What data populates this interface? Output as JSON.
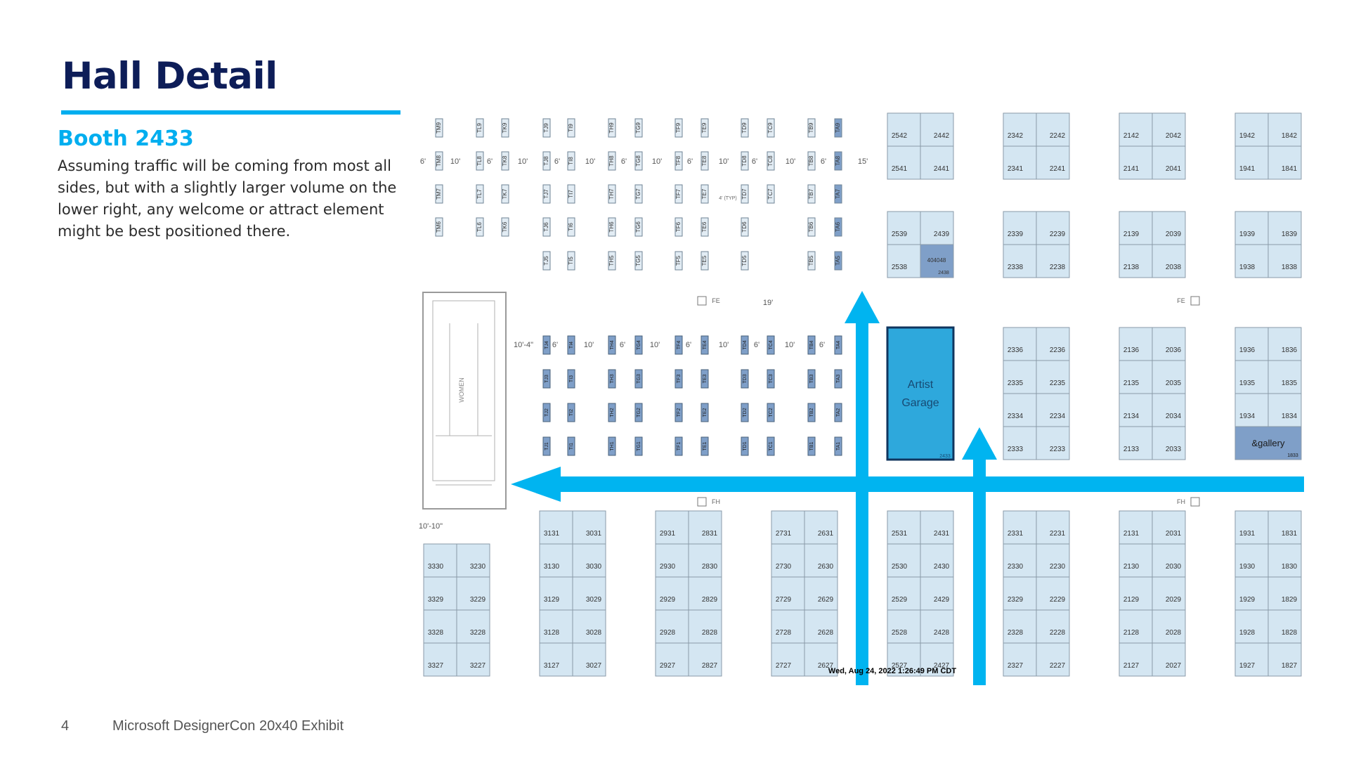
{
  "slide": {
    "title": "Hall Detail",
    "subtitle": "Booth 2433",
    "description": "Assuming traffic will be coming from most all sides, but with a slightly larger volume on the lower right, any welcome or attract element might be best positioned there.",
    "page_number": "4",
    "footer_title": "Microsoft DesignerCon 20x40 Exhibit"
  },
  "colors": {
    "title": "#0d1d58",
    "accent": "#00aeef",
    "booth_fill": "#d4e6f2",
    "booth_stroke": "#8a9aa8",
    "highlight_booth": "#2ea8dc",
    "small_booth_dark": "#7f9fc8",
    "arrow": "#00b4f0"
  },
  "floorplan": {
    "timestamp": "Wed, Aug 24, 2022 1:26:49 PM CDT",
    "restroom_label": "WOMEN",
    "artist_garage_label": [
      "Artist",
      "Garage"
    ],
    "gallery_label": "&gallery",
    "gallery_number": "1833",
    "inner_booth_label": "404048",
    "inner_booth_number": "2438",
    "artist_garage_number": "2433",
    "markers": {
      "fe": "FE",
      "fh": "FH",
      "typ": "4' (TYP)"
    },
    "dimensions": {
      "top_aisle": [
        "6'",
        "10'",
        "6'",
        "10'",
        "6'",
        "10'",
        "6'",
        "10'",
        "6'",
        "10'",
        "6'",
        "10'",
        "6'",
        "15'"
      ],
      "bottom_aisle": [
        "10'-4\"",
        "6'",
        "10'",
        "6'",
        "10'",
        "6'",
        "10'",
        "6'",
        "10'",
        "6'"
      ],
      "nineteen": "19'",
      "left_dim": "10'-10\""
    },
    "top_columns": [
      {
        "labels": [
          "TM9",
          "TM8",
          "TM7",
          "TM6",
          ""
        ]
      },
      {
        "labels": [
          "TL9",
          "TL8",
          "TL7",
          "TL6",
          ""
        ]
      },
      {
        "labels": [
          "TK9",
          "TK8",
          "TK7",
          "TK6",
          ""
        ]
      },
      {
        "labels": [
          "TJ9",
          "TJ8",
          "TJ7",
          "TJ6",
          "TJ5"
        ]
      },
      {
        "labels": [
          "TI9",
          "TI8",
          "TI7",
          "TI6",
          "TI5"
        ]
      },
      {
        "labels": [
          "TH9",
          "TH8",
          "TH7",
          "TH6",
          "TH5"
        ]
      },
      {
        "labels": [
          "TG9",
          "TG8",
          "TG7",
          "TG6",
          "TG5"
        ]
      },
      {
        "labels": [
          "TF9",
          "TF8",
          "TF7",
          "TF6",
          "TF5"
        ]
      },
      {
        "labels": [
          "TE9",
          "TE8",
          "TE7",
          "TE6",
          "TE5"
        ]
      },
      {
        "labels": [
          "TD9",
          "TD8",
          "TD7",
          "TD6",
          "TD5"
        ]
      },
      {
        "labels": [
          "TC9",
          "TC8",
          "TC7",
          "",
          ""
        ]
      },
      {
        "labels": [
          "TB9",
          "TB8",
          "TB7",
          "TB6",
          "TB5"
        ]
      },
      {
        "labels": [
          "TA9",
          "TA8",
          "TA7",
          "TA6",
          "TA5"
        ]
      }
    ],
    "bottom_columns": [
      {
        "labels": [
          "TJ4",
          "TJ3",
          "TJ2",
          "TJ1"
        ]
      },
      {
        "labels": [
          "TI4",
          "TI3",
          "TI2",
          "TI1"
        ]
      },
      {
        "labels": [
          "TH4",
          "TH3",
          "TH2",
          "TH1"
        ]
      },
      {
        "labels": [
          "TG4",
          "TG3",
          "TG2",
          "TG1"
        ]
      },
      {
        "labels": [
          "TF4",
          "TF3",
          "TF2",
          "TF1"
        ]
      },
      {
        "labels": [
          "TE4",
          "TE3",
          "TE2",
          "TE1"
        ]
      },
      {
        "labels": [
          "TD4",
          "TD3",
          "TD2",
          "TD1"
        ]
      },
      {
        "labels": [
          "TC4",
          "TC3",
          "TC2",
          "TC1"
        ]
      },
      {
        "labels": [
          "TB4",
          "TB3",
          "TB2",
          "TB1"
        ]
      },
      {
        "labels": [
          "TA4",
          "TA3",
          "TA2",
          "TA1"
        ]
      }
    ],
    "top_booth_blocks": [
      [
        [
          "2542",
          "2442"
        ],
        [
          "2541",
          "2441"
        ]
      ],
      [
        [
          "2342",
          "2242"
        ],
        [
          "2341",
          "2241"
        ]
      ],
      [
        [
          "2142",
          "2042"
        ],
        [
          "2141",
          "2041"
        ]
      ],
      [
        [
          "1942",
          "1842"
        ],
        [
          "1941",
          "1841"
        ]
      ]
    ],
    "second_booth_blocks": [
      [
        [
          "2539",
          "2439"
        ],
        [
          "2538",
          ""
        ]
      ],
      [
        [
          "2339",
          "2239"
        ],
        [
          "2338",
          "2238"
        ]
      ],
      [
        [
          "2139",
          "2039"
        ],
        [
          "2138",
          "2038"
        ]
      ],
      [
        [
          "1939",
          "1839"
        ],
        [
          "1938",
          "1838"
        ]
      ]
    ],
    "middle_booth_blocks": [
      [
        [
          "2336",
          "2236"
        ],
        [
          "2335",
          "2235"
        ],
        [
          "2334",
          "2234"
        ],
        [
          "2333",
          "2233"
        ]
      ],
      [
        [
          "2136",
          "2036"
        ],
        [
          "2135",
          "2035"
        ],
        [
          "2134",
          "2034"
        ],
        [
          "2133",
          "2033"
        ]
      ],
      [
        [
          "1936",
          "1836"
        ],
        [
          "1935",
          "1835"
        ],
        [
          "1934",
          "1834"
        ]
      ]
    ],
    "bottom_booth_blocks": [
      [
        [
          "3330",
          "3230"
        ],
        [
          "3329",
          "3229"
        ],
        [
          "3328",
          "3228"
        ],
        [
          "3327",
          "3227"
        ]
      ],
      [
        [
          "3131",
          "3031"
        ],
        [
          "3130",
          "3030"
        ],
        [
          "3129",
          "3029"
        ],
        [
          "3128",
          "3028"
        ],
        [
          "3127",
          "3027"
        ]
      ],
      [
        [
          "2931",
          "2831"
        ],
        [
          "2930",
          "2830"
        ],
        [
          "2929",
          "2829"
        ],
        [
          "2928",
          "2828"
        ],
        [
          "2927",
          "2827"
        ]
      ],
      [
        [
          "2731",
          "2631"
        ],
        [
          "2730",
          "2630"
        ],
        [
          "2729",
          "2629"
        ],
        [
          "2728",
          "2628"
        ],
        [
          "2727",
          "2627"
        ]
      ],
      [
        [
          "2531",
          "2431"
        ],
        [
          "2530",
          "2430"
        ],
        [
          "2529",
          "2429"
        ],
        [
          "2528",
          "2428"
        ],
        [
          "2527",
          "2427"
        ]
      ],
      [
        [
          "2331",
          "2231"
        ],
        [
          "2330",
          "2230"
        ],
        [
          "2329",
          "2229"
        ],
        [
          "2328",
          "2228"
        ],
        [
          "2327",
          "2227"
        ]
      ],
      [
        [
          "2131",
          "2031"
        ],
        [
          "2130",
          "2030"
        ],
        [
          "2129",
          "2029"
        ],
        [
          "2128",
          "2028"
        ],
        [
          "2127",
          "2027"
        ]
      ],
      [
        [
          "1931",
          "1831"
        ],
        [
          "1930",
          "1830"
        ],
        [
          "1929",
          "1829"
        ],
        [
          "1928",
          "1828"
        ],
        [
          "1927",
          "1827"
        ]
      ]
    ]
  }
}
